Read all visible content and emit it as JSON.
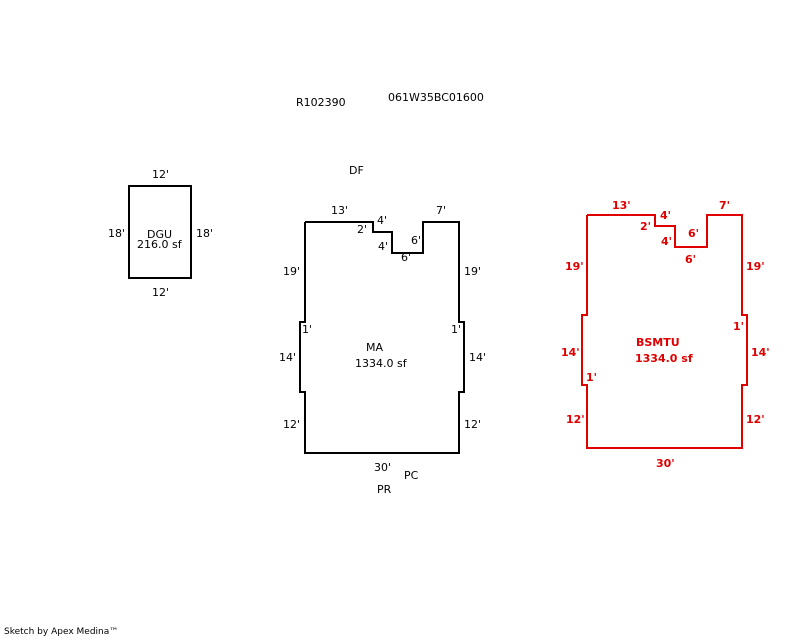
{
  "header": {
    "account_id": "R102390",
    "map_tax_lot": "061W35BC01600"
  },
  "labels": {
    "df": "DF",
    "pc": "PC",
    "pr": "PR"
  },
  "colors": {
    "main_outline": "#000000",
    "basement_outline": "#e00000"
  },
  "dgu": {
    "name": "DGU",
    "area": "216.0 sf",
    "dims": {
      "top": "12'",
      "bottom": "12'",
      "left": "18'",
      "right": "18'"
    }
  },
  "ma": {
    "name": "MA",
    "area": "1334.0 sf",
    "dims": {
      "top_left": "13'",
      "notch_right_a": "4'",
      "notch_down_a": "2'",
      "notch_down_b": "4'",
      "notch_bottom": "6'",
      "notch_up": "6'",
      "top_right": "7'",
      "left_upper": "19'",
      "left_jog": "1'",
      "left_mid": "14'",
      "left_lower": "12'",
      "right_upper": "19'",
      "right_jog": "1'",
      "right_mid": "14'",
      "right_lower": "12'",
      "bottom": "30'"
    }
  },
  "bsmtu": {
    "name": "BSMTU",
    "area": "1334.0 sf",
    "dims": {
      "top_left": "13'",
      "notch_right_a": "4'",
      "notch_down_a": "2'",
      "notch_down_b": "4'",
      "notch_bottom": "6'",
      "notch_up": "6'",
      "top_right": "7'",
      "left_upper": "19'",
      "left_jog": "1'",
      "left_mid": "14'",
      "left_lower": "12'",
      "right_upper": "19'",
      "right_jog": "1'",
      "right_mid": "14'",
      "right_lower": "12'",
      "bottom": "30'"
    }
  },
  "footer": {
    "credit": "Sketch by Apex Medina™"
  }
}
